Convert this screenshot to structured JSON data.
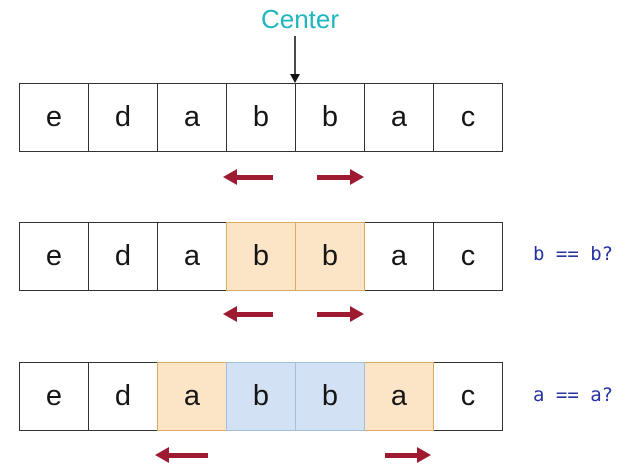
{
  "title": {
    "label": "Center"
  },
  "rows": [
    {
      "cells": [
        "e",
        "d",
        "a",
        "b",
        "b",
        "a",
        "c"
      ],
      "states": [
        "none",
        "none",
        "none",
        "none",
        "none",
        "none",
        "none"
      ],
      "comparison": ""
    },
    {
      "cells": [
        "e",
        "d",
        "a",
        "b",
        "b",
        "a",
        "c"
      ],
      "states": [
        "none",
        "none",
        "none",
        "match-orange",
        "match-orange",
        "none",
        "none"
      ],
      "comparison": "b == b?"
    },
    {
      "cells": [
        "e",
        "d",
        "a",
        "b",
        "b",
        "a",
        "c"
      ],
      "states": [
        "none",
        "none",
        "match-orange",
        "match-blue",
        "match-blue",
        "match-orange",
        "none"
      ],
      "comparison": "a == a?"
    }
  ],
  "colors": {
    "center_label": "#1fb7bd",
    "pointer_arrow": "#4a4a4a",
    "expand_arrow_red": "#9e1a31",
    "comparison_text": "#2733a3",
    "cell_border": "#333333",
    "highlight_orange_fill": "#fce5c7",
    "highlight_orange_border": "#dcab62",
    "highlight_blue_fill": "#d3e1f4",
    "highlight_blue_border": "#a4bede"
  }
}
